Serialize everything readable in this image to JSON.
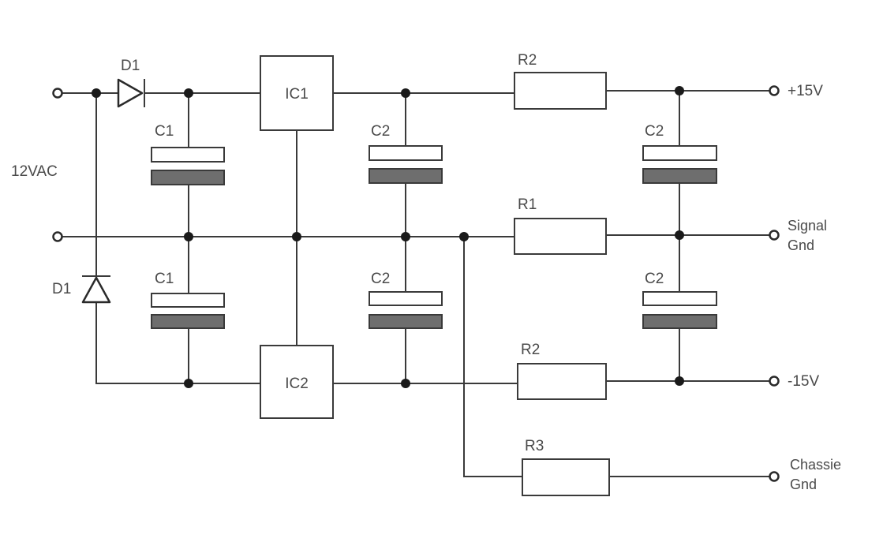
{
  "input": {
    "label": "12VAC"
  },
  "diodes": {
    "d_top": "D1",
    "d_bottom": "D1"
  },
  "regulators": {
    "ic1": "IC1",
    "ic2": "IC2"
  },
  "capacitors": {
    "c1_top": "C1",
    "c1_bottom": "C1",
    "c2_mid_top": "C2",
    "c2_mid_bottom": "C2",
    "c2_right_top": "C2",
    "c2_right_bottom": "C2"
  },
  "resistors": {
    "r2_top": "R2",
    "r1": "R1",
    "r2_bottom": "R2",
    "r3": "R3"
  },
  "outputs": {
    "plus15": "+15V",
    "signal_gnd_line1": "Signal",
    "signal_gnd_line2": "Gnd",
    "minus15": "-15V",
    "chassie_gnd_line1": "Chassie",
    "chassie_gnd_line2": "Gnd"
  }
}
